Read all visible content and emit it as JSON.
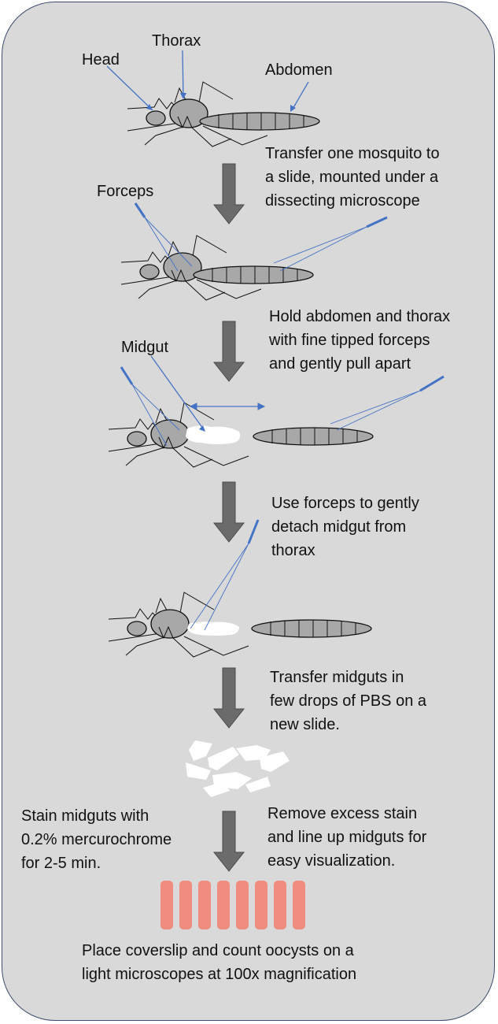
{
  "labels": {
    "head": "Head",
    "thorax": "Thorax",
    "abdomen": "Abdomen",
    "forceps": "Forceps",
    "midgut": "Midgut"
  },
  "steps": {
    "step1": [
      "Transfer one mosquito to",
      "a slide, mounted under a",
      "dissecting microscope"
    ],
    "step2": [
      "Hold abdomen and thorax",
      "with fine tipped forceps",
      "and gently pull apart"
    ],
    "step3": [
      "Use forceps to gently",
      "detach midgut from",
      "thorax"
    ],
    "step4": [
      "Transfer midguts in",
      "few drops of PBS on a",
      "new slide."
    ],
    "step5_left": [
      "Stain midguts with",
      "0.2% mercurochrome",
      "for 2-5 min."
    ],
    "step5_right": [
      "Remove excess stain",
      "and line up midguts for",
      "easy visualization."
    ],
    "step6": [
      "Place coverslip and count oocysts on a",
      "light microscopes at 100x magnification"
    ]
  },
  "colors": {
    "panel": "#d9d9d9",
    "border": "#3e4c6e",
    "arrow": "#6b6b6b",
    "body": "#a8a8a8",
    "forceps": "#4472c4",
    "stained_midgut": "#f08c80"
  }
}
